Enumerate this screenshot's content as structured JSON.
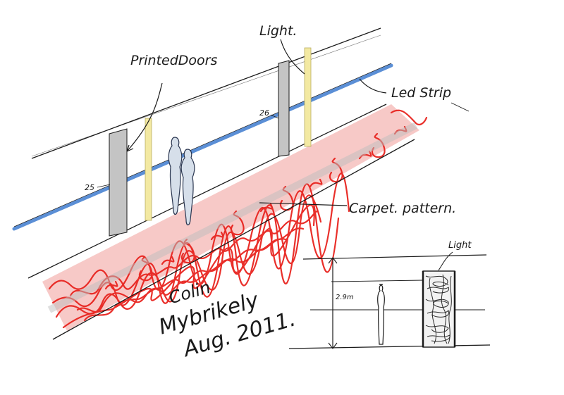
{
  "labels": {
    "printed_doors": "PrintedDoors",
    "light_top": "Light.",
    "led_strip": "Led Strip",
    "carpet_pattern": "Carpet. pattern.",
    "door_25": "25",
    "door_26": "26",
    "light_elevation": "Light",
    "height_dim": "2.9m"
  },
  "signature": {
    "line1": "Colin",
    "line2": "Mybrikely",
    "line3": "Aug. 2011."
  },
  "colors": {
    "ink": "#1a1a1a",
    "carpet_red": "#e8241f",
    "led_blue": "#5b8fd6",
    "light_yellow": "#f3e9a2",
    "door_grey": "#b7b7b7"
  }
}
